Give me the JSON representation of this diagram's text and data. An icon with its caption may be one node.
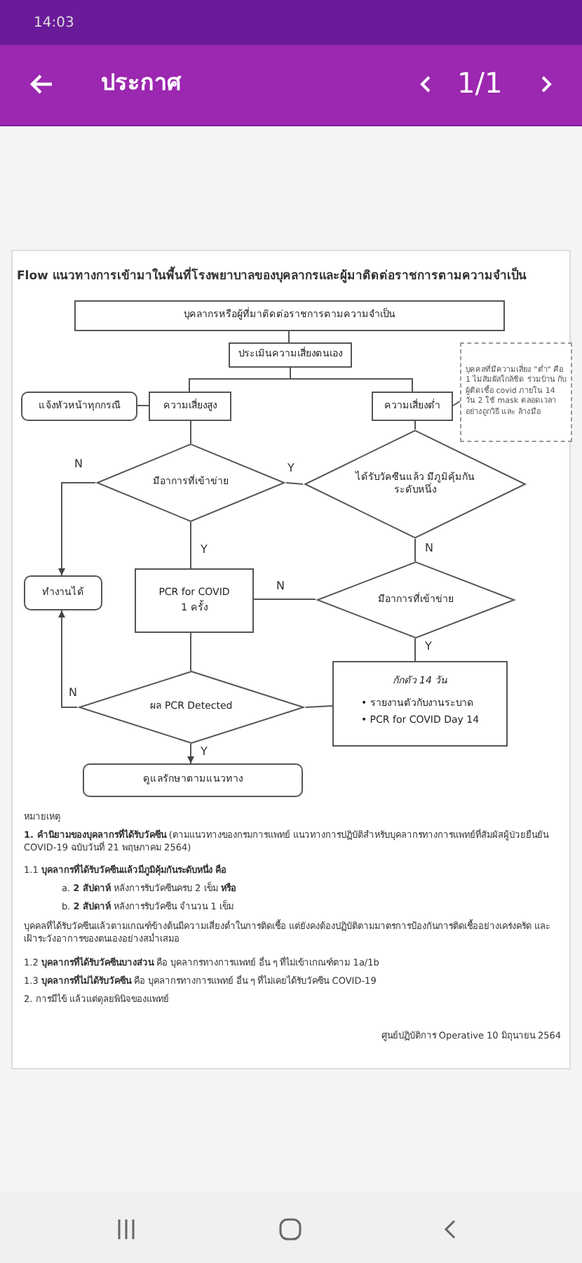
{
  "diagram": {
    "title": "Flow แนวทางการเข้ามาในพื้นที่โรงพยาบาลของบุคลากรและผู้มาติดต่อราชการตามความจำเป็น",
    "nodes": [
      {
        "text": [
          "บุคลากรหรือผู้ที่มาติดต่อราชการตามความจำเป็น"
        ]
      },
      {
        "text": [
          "ประเมินความเสี่ยงตนเอง"
        ]
      },
      {
        "text": [
          "แจ้งหัวหน้าทุกกรณี"
        ]
      },
      {
        "text": [
          "ความเสี่ยงสูง"
        ]
      },
      {
        "text": [
          "ความเสี่ยงต่ำ"
        ]
      },
      {
        "text": [
          "บุคคลที่มีความเสี่ยง \"ต่ำ\" คือ 1 ไม่สัมผัสใกล้ชิด ร่วมบ้าน กับผู้ติดเชื้อ covid ภายใน 14 วัน 2 ใช้ mask ตลอดเวลา อย่างถูกวิธี และ ล้างมือ"
        ]
      },
      {
        "text": [
          "มีอาการที่เข้าข่าย"
        ]
      },
      {
        "text": [
          "ได้รับวัคซีนแล้ว มีภูมิคุ้มกันระดับหนึ่ง"
        ]
      },
      {
        "text": [
          "PCR for COVID",
          "1 ครั้ง"
        ]
      },
      {
        "text": [
          "ทำงานได้"
        ]
      },
      {
        "text": [
          "มีอาการที่เข้าข่าย"
        ]
      },
      {
        "text": [
          "ผล PCR Detected"
        ]
      },
      {
        "text": [
          "กักตัว 14 วัน",
          "• รายงานตัวกับงานระบาด",
          "• PCR for COVID Day 14"
        ]
      },
      {
        "text": [
          "ดูแลรักษาตามแนวทาง"
        ]
      }
    ],
    "edges": [
      {
        "from": 0,
        "to": 1,
        "arrow": "none"
      },
      {
        "from": 1,
        "to": 3,
        "arrow": "none"
      },
      {
        "from": 1,
        "to": 4,
        "arrow": "none"
      },
      {
        "from": 2,
        "to": 3,
        "arrow": "none"
      },
      {
        "from": 5,
        "to": 4,
        "arrow": "none"
      },
      {
        "from": 3,
        "to": 6,
        "arrow": "none"
      },
      {
        "from": 4,
        "to": 7,
        "arrow": "none"
      },
      {
        "from": 7,
        "to": 6,
        "arrow": "none",
        "label": "Y"
      },
      {
        "from": 6,
        "to": 9,
        "arrow": "to",
        "label": "N"
      },
      {
        "from": 6,
        "to": 8,
        "arrow": "none",
        "label": "Y"
      },
      {
        "from": 7,
        "to": 10,
        "arrow": "none",
        "label": "N"
      },
      {
        "from": 10,
        "to": 8,
        "arrow": "none",
        "label": "N"
      },
      {
        "from": 10,
        "to": 12,
        "arrow": "none",
        "label": "Y"
      },
      {
        "from": 8,
        "to": 11,
        "arrow": "none"
      },
      {
        "from": 12,
        "to": 11,
        "arrow": "none"
      },
      {
        "from": 11,
        "to": 9,
        "arrow": "to",
        "label": "N"
      },
      {
        "from": 11,
        "to": 13,
        "arrow": "to",
        "label": "Y"
      }
    ],
    "labels": [
      "14:03",
      "ประกาศ",
      "1/1",
      "หมายเหตุ",
      "**1. คำนิยามของบุคลากรที่ได้รับวัคซีน** (ตามแนวทางของกรมการแพทย์ แนวทางการปฏิบัติสำหรับบุคลากรทางการแพทย์ที่สัมผัสผู้ป่วยยืนยัน COVID-19 ฉบับวันที่ 21 พฤษภาคม 2564)",
      "1.1 **บุคลากรที่ได้รับวัคซีนแล้วมีภูมิคุ้มกันระดับหนึ่ง คือ**",
      "a. **2 สัปดาห์** หลังการรับวัคซีนครบ 2 เข็ม **หรือ**",
      "b. **2 สัปดาห์** หลังการรับวัคซีน จำนวน 1 เข็ม",
      "บุคคลที่ได้รับวัคซีนแล้วตามเกณฑ์ข้างต้นมีความเสี่ยงต่ำในการติดเชื้อ แต่ยังคงต้องปฏิบัติตามมาตรการป้องกันการติดเชื้ออย่างเคร่งครัด และเฝ้าระวังอาการของตนเองอย่างสม่ำเสมอ",
      "1.2 **บุคลากรที่ได้รับวัคซีนบางส่วน** คือ บุคลากรทางการแพทย์ อื่น ๆ ที่ไม่เข้าเกณฑ์ตาม 1a/1b",
      "1.3 **บุคลากรที่ไม่ได้รับวัคซีน** คือ บุคลากรทางการแพทย์ อื่น ๆ ที่ไม่เคยได้รับวัคซีน COVID-19",
      "2. การมีไข้ แล้วแต่ดุลยพินิจของแพทย์",
      "ศูนย์ปฏิบัติการ Operative 10 มิถุนายน 2564"
    ]
  }
}
